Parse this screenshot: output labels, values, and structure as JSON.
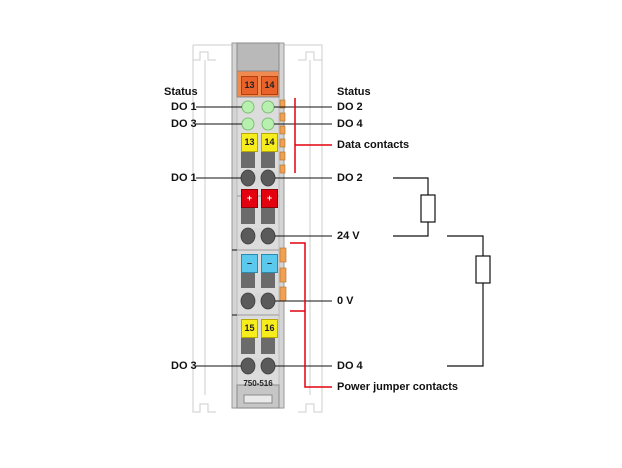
{
  "labels": {
    "status_left": "Status",
    "status_right": "Status",
    "do1_led": "DO 1",
    "do3_led": "DO 3",
    "do2_led": "DO 2",
    "do4_led": "DO 4",
    "data_contacts": "Data contacts",
    "do1_clamp": "DO 1",
    "do2_clamp": "DO 2",
    "v24": "24 V",
    "v0": "0 V",
    "do3_clamp": "DO 3",
    "do4_clamp": "DO 4",
    "power_jumper": "Power jumper contacts",
    "model": "750-516"
  },
  "terminals": {
    "top_13": "13",
    "top_14": "14",
    "yel1_13": "13",
    "yel1_14": "14",
    "red_l": "+",
    "red_r": "+",
    "blue_l": "–",
    "blue_r": "–",
    "yel2_15": "15",
    "yel2_16": "16"
  },
  "colors": {
    "accent_red": "#e3000f",
    "module_gray": "#d9d9d9",
    "slot_dark": "#6b6b6b",
    "terminal_orange": "#e8622a",
    "terminal_yellow": "#f7ec1c",
    "terminal_red": "#e3000f",
    "terminal_blue": "#5bc8ee",
    "led_green": "#b8f0b0",
    "contact_orange": "#f0a050"
  }
}
